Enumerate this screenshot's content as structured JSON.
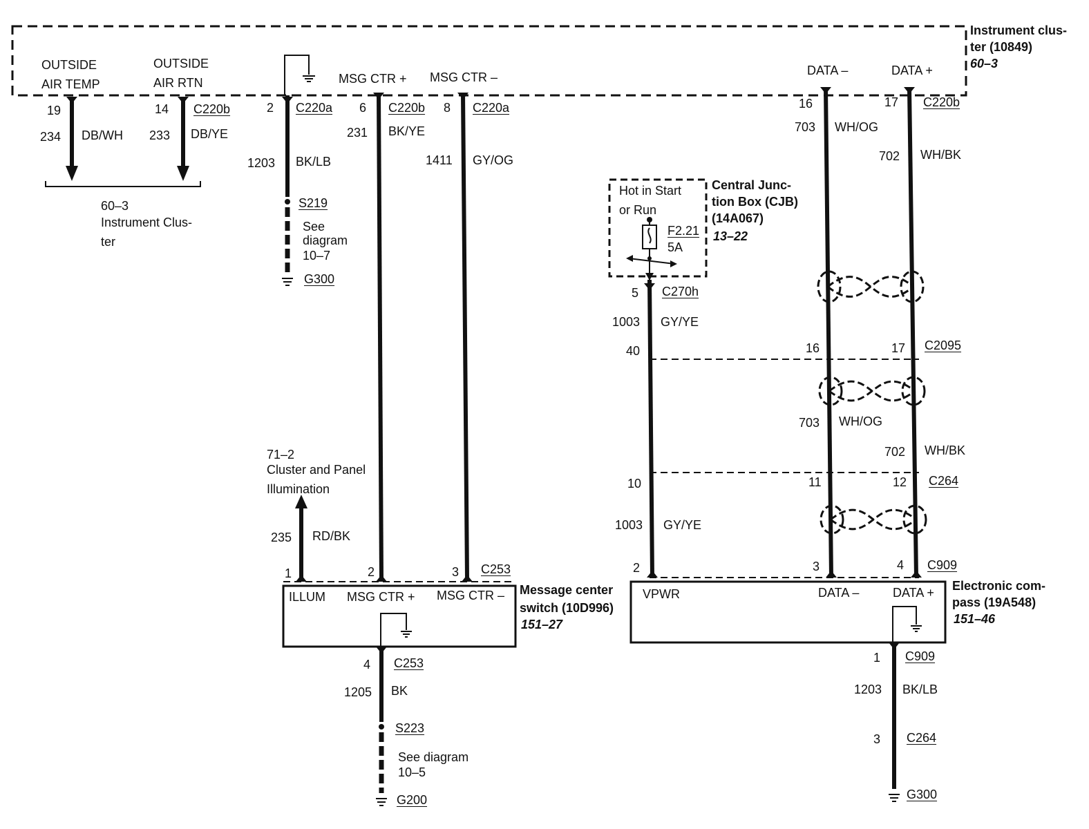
{
  "cluster": {
    "ref_name": "Instrument clus-",
    "ref_name2": "ter (10849)",
    "ref_page": "60–3",
    "pin_outside_air_temp_1": "OUTSIDE",
    "pin_outside_air_temp_2": "AIR TEMP",
    "pin_outside_air_rtn_1": "OUTSIDE",
    "pin_outside_air_rtn_2": "AIR RTN",
    "pin_msg_plus": "MSG CTR +",
    "pin_msg_minus": "MSG CTR –",
    "pin_data_minus": "DATA –",
    "pin_data_plus": "DATA +"
  },
  "wires": {
    "w234": {
      "pin": "19",
      "circuit": "234",
      "color": "DB/WH"
    },
    "w233": {
      "pin": "14",
      "circuit": "233",
      "color": "DB/YE",
      "connector": "C220b"
    },
    "w1203a": {
      "pin": "2",
      "circuit": "1203",
      "color": "BK/LB",
      "connector": "C220a",
      "splice": "S219",
      "see1": "See",
      "see2": "diagram",
      "see3": "10–7",
      "ground": "G300"
    },
    "w231": {
      "pin": "6",
      "circuit": "231",
      "color": "BK/YE",
      "connector": "C220b"
    },
    "w1411": {
      "pin": "8",
      "circuit": "1411",
      "color": "GY/OG",
      "connector": "C220a"
    },
    "w703": {
      "pin": "16",
      "circuit": "703",
      "color": "WH/OG"
    },
    "w702": {
      "pin": "17",
      "circuit": "702",
      "color": "WH/BK",
      "connector": "C220b"
    },
    "w235": {
      "circuit": "235",
      "color": "RD/BK",
      "ref1": "71–2",
      "ref2": "Cluster and Panel",
      "ref3": "Illumination"
    },
    "w1205": {
      "pin": "4",
      "circuit": "1205",
      "color": "BK",
      "connector": "C253",
      "splice": "S223",
      "see1": "See diagram",
      "see2": "10–5",
      "ground": "G200"
    },
    "w1003": {
      "pin_top": "5",
      "connector_top": "C270h",
      "circuit": "1003",
      "color": "GY/YE",
      "pin_c2095": "40",
      "pin_c264": "10",
      "circuit2": "1003",
      "color2": "GY/YE",
      "pin_c909": "2"
    },
    "w703b": {
      "pin_c2095": "16",
      "circuit": "703",
      "color": "WH/OG",
      "pin_c264": "11",
      "pin_c909": "3"
    },
    "w702b": {
      "pin_c2095": "17",
      "connector_c2095": "C2095",
      "circuit": "702",
      "color": "WH/BK",
      "pin_c264": "12",
      "connector_c264": "C264",
      "pin_c909": "4",
      "connector_c909": "C909"
    },
    "w1203b": {
      "pin": "1",
      "connector": "C909",
      "circuit": "1203",
      "color": "BK/LB",
      "pin2": "3",
      "connector2": "C264",
      "ground": "G300"
    }
  },
  "ref_60_3": {
    "page": "60–3",
    "name1": "Instrument Clus-",
    "name2": "ter"
  },
  "cjb": {
    "hot1": "Hot in Start",
    "hot2": "or Run",
    "fuse": "F2.21",
    "amps": "5A",
    "name1": "Central Junc-",
    "name2": "tion Box (CJB)",
    "name3": "(14A067)",
    "page": "13–22"
  },
  "msg_switch": {
    "pin1": "1",
    "pin2": "2",
    "pin3": "3",
    "connector": "C253",
    "label_illum": "ILLUM",
    "label_plus": "MSG CTR +",
    "label_minus": "MSG CTR –",
    "name1": "Message center",
    "name2": "switch (10D996)",
    "page": "151–27"
  },
  "compass": {
    "label_vpwr": "VPWR",
    "label_data_minus": "DATA –",
    "label_data_plus": "DATA +",
    "name1": "Electronic com-",
    "name2": "pass (19A548)",
    "page": "151–46"
  }
}
